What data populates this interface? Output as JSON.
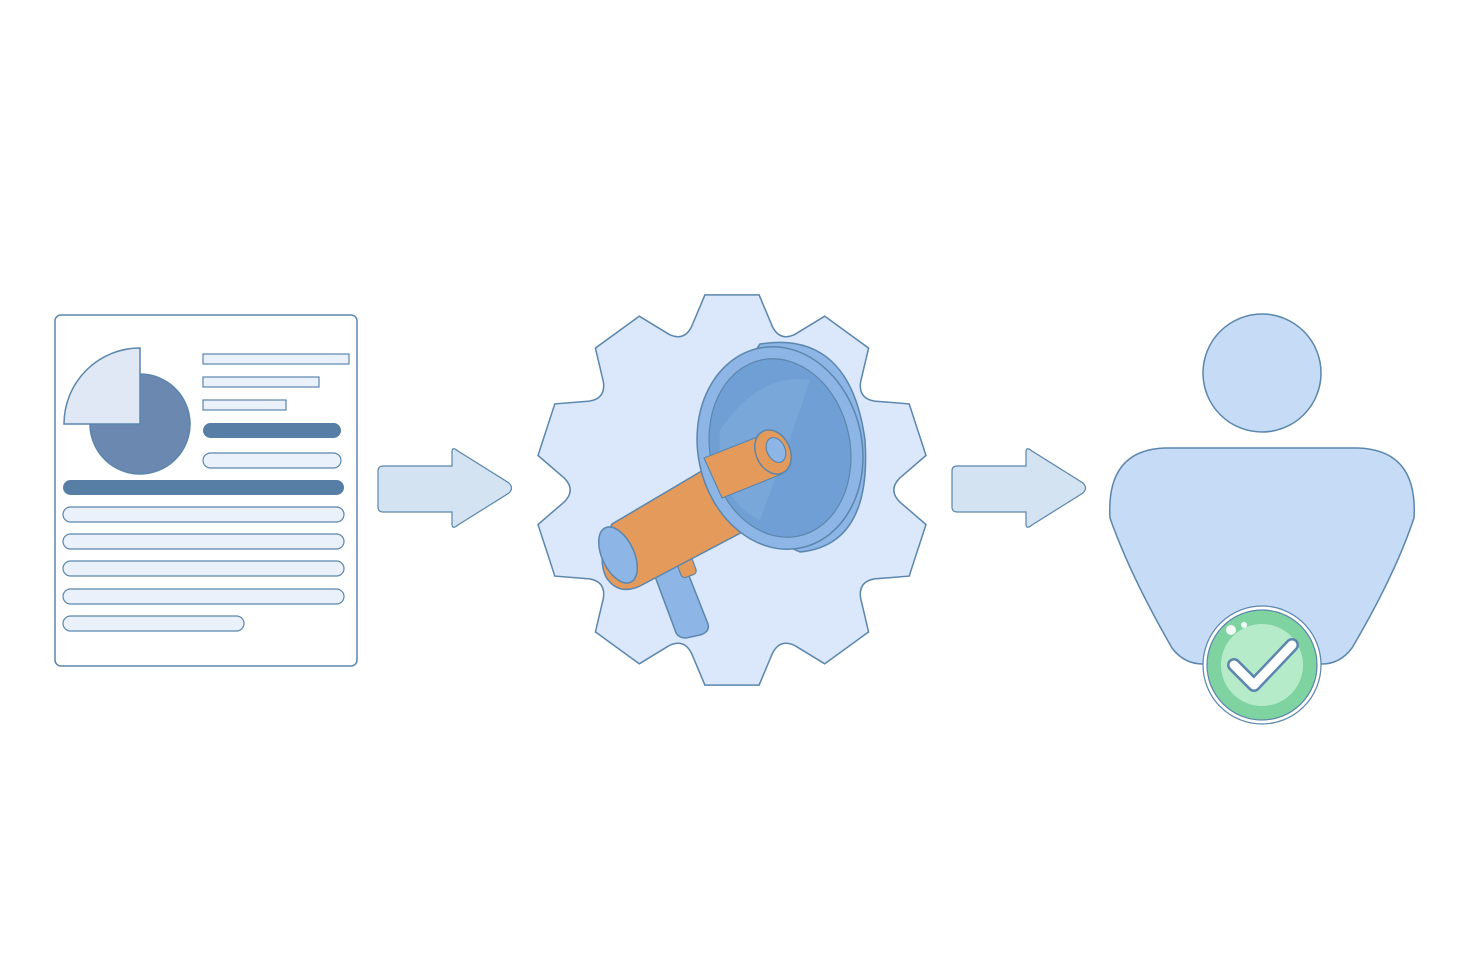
{
  "diagram": {
    "steps": [
      {
        "id": "report",
        "icon": "report-document-icon"
      },
      {
        "id": "campaign",
        "icon": "megaphone-gear-icon"
      },
      {
        "id": "customer",
        "icon": "approved-user-icon"
      }
    ],
    "connectors": [
      {
        "from": "report",
        "to": "campaign",
        "icon": "arrow-right-icon"
      },
      {
        "from": "campaign",
        "to": "customer",
        "icon": "arrow-right-icon"
      }
    ]
  },
  "colors": {
    "outline": "#5b86ad",
    "light_fill": "#dbe7f6",
    "panel_fill": "#ffffff",
    "pie_dark": "#6b88b0",
    "pie_light": "#dfe8f4",
    "bar_dark": "#577fa6",
    "bar_light": "#eaf1fa",
    "arrow_fill": "#d3e3f1",
    "gear_fill": "#dbe7fb",
    "megaphone_blue": "#8db6e6",
    "megaphone_inner": "#6f9fd4",
    "megaphone_orange": "#e39a5a",
    "person_fill": "#c6dbf5",
    "check_green": "#7fd3a0",
    "check_green_light": "#b6ebca"
  }
}
